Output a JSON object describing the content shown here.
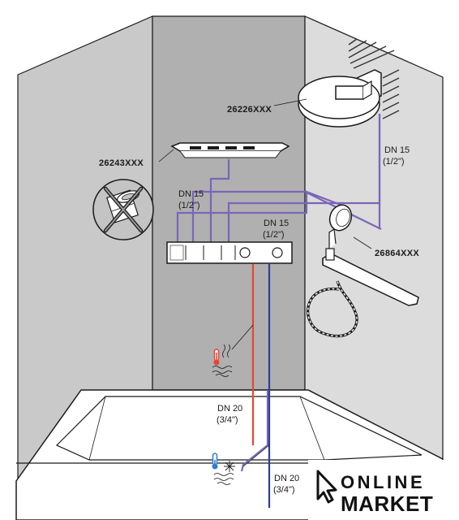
{
  "products": {
    "overhead_shower": "26226XXX",
    "wall_fixture": "26243XXX",
    "hand_shower_set": "26864XXX"
  },
  "pipe_sizes": {
    "upper_left": {
      "dn": "DN 15",
      "inch": "(1/2\")"
    },
    "upper_mid": {
      "dn": "DN 15",
      "inch": "(1/2\")"
    },
    "upper_right": {
      "dn": "DN 15",
      "inch": "(1/2\")"
    },
    "tub_outlet": {
      "dn": "DN 20",
      "inch": "(3/4\")"
    },
    "supply_in": {
      "dn": "DN 20",
      "inch": "(3/4\")"
    }
  },
  "logo": {
    "line1": "ONLINE",
    "line2": "MARKET"
  },
  "colors": {
    "hot_pipe": "#e8462f",
    "cold_pipe": "#2d3e9c",
    "outlet_pipe": "#7a66b8",
    "left_wall": "#c9c9c9",
    "back_wall": "#b0b0b0",
    "right_wall": "#dcdcdc",
    "outline": "#1a1a1a"
  },
  "icons": [
    "hot-water-icon",
    "cold-water-icon",
    "crossed-nut-icon",
    "cursor-arrow-icon"
  ]
}
